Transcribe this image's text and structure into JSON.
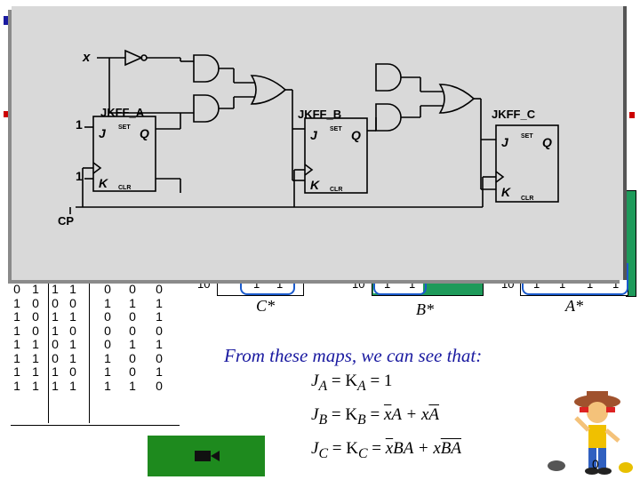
{
  "circuit": {
    "input_label": "x",
    "const_one_top": "1",
    "const_one_bottom": "1",
    "clock_label": "CP",
    "ff_a_label": "JKFF_A",
    "ff_b_label": "JKFF_B",
    "ff_c_label": "JKFF_C",
    "pin_j": "J",
    "pin_k": "K",
    "pin_q": "Q",
    "pin_set": "SET",
    "pin_clr": "CLR"
  },
  "table": {
    "columns": [
      [
        "0",
        "1",
        "1",
        "1",
        "1",
        "1",
        "1",
        "1"
      ],
      [
        "1",
        "0",
        "0",
        "0",
        "1",
        "1",
        "1",
        "1"
      ],
      [
        "1",
        "0",
        "1",
        "1",
        "0",
        "0",
        "1",
        "1"
      ],
      [
        "1",
        "0",
        "1",
        "0",
        "1",
        "1",
        "0",
        "1"
      ],
      [
        "0",
        "1",
        "0",
        "0",
        "0",
        "1",
        "1",
        "1"
      ],
      [
        "0",
        "1",
        "0",
        "0",
        "1",
        "0",
        "0",
        "1"
      ],
      [
        "0",
        "1",
        "1",
        "0",
        "1",
        "0",
        "1",
        "0"
      ]
    ]
  },
  "kmaps": [
    {
      "name": "C*",
      "row_label": "10",
      "cells": [
        "1",
        "1"
      ]
    },
    {
      "name": "B*",
      "row_label": "10",
      "cells": [
        "1",
        "1"
      ]
    },
    {
      "name": "A*",
      "row_label": "10",
      "cells": [
        "1",
        "1",
        "1",
        "1"
      ]
    }
  ],
  "conclusion": "From these maps, we can see that:",
  "equations": {
    "ja": {
      "lhs": "J",
      "sub1": "A",
      "mid": " = K",
      "sub2": "A",
      "rhs": " = 1"
    },
    "jb": {
      "lhs": "J",
      "sub1": "B",
      "mid": " = K",
      "sub2": "B",
      "rhs_a": " = ",
      "t1": "x",
      "t1b": "A + x",
      "t2": "A"
    },
    "jc": {
      "lhs": "J",
      "sub1": "C",
      "mid": " = K",
      "sub2": "C",
      "rhs_a": " = ",
      "t1": "x",
      "t1b": "BA + x",
      "t2": "BA"
    }
  },
  "slide_number": "0",
  "colors": {
    "panel": "#d9d9d9",
    "kmap": "#1a8a7a",
    "nav_button": "#1e8a1e",
    "title_accent": "#1a1aa0",
    "bullet": "#cc0000"
  }
}
